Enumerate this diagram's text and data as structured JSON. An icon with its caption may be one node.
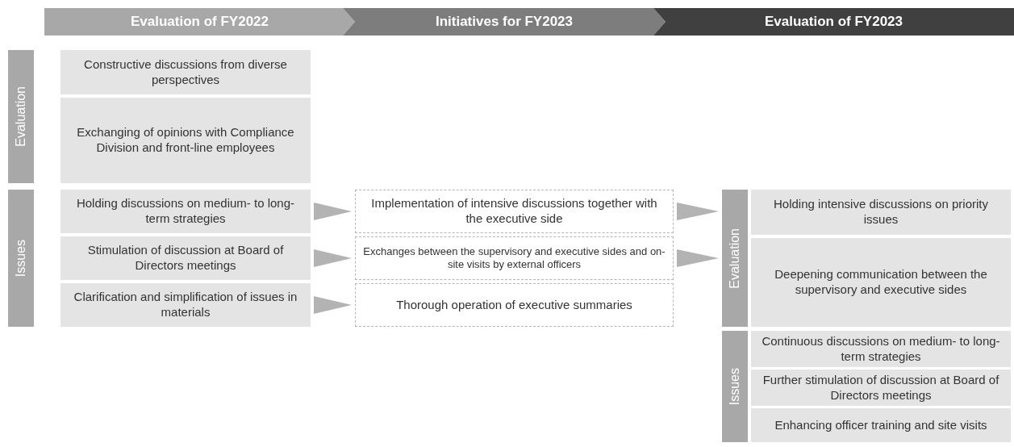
{
  "diagram": {
    "nodes": [
      {
        "text": [
          "Evaluation of FY2022"
        ]
      },
      {
        "text": [
          "Initiatives for FY2023"
        ]
      },
      {
        "text": [
          "Evaluation of FY2023"
        ]
      },
      {
        "text": [
          "Evaluation"
        ]
      },
      {
        "text": [
          "Constructive discussions from diverse perspectives"
        ]
      },
      {
        "text": [
          "Exchanging of opinions with Compliance Division and front-line employees"
        ]
      },
      {
        "text": [
          "Issues"
        ]
      },
      {
        "text": [
          "Holding discussions on medium- to long-term strategies"
        ]
      },
      {
        "text": [
          "Stimulation of discussion at Board of Directors meetings"
        ]
      },
      {
        "text": [
          "Clarification and simplification of issues in materials"
        ]
      },
      {
        "text": [
          "Implementation of intensive discussions together with the executive side"
        ]
      },
      {
        "text": [
          "Exchanges between the supervisory and executive sides and on-site visits by external officers"
        ]
      },
      {
        "text": [
          "Thorough operation of executive summaries"
        ]
      },
      {
        "text": [
          "Evaluation"
        ]
      },
      {
        "text": [
          "Holding intensive discussions on priority issues"
        ]
      },
      {
        "text": [
          "Deepening communication between the supervisory and executive sides"
        ]
      },
      {
        "text": [
          "Issues"
        ]
      },
      {
        "text": [
          "Continuous discussions on medium- to long-term strategies"
        ]
      },
      {
        "text": [
          "Further stimulation of discussion at Board of Directors meetings"
        ]
      },
      {
        "text": [
          "Enhancing officer training and site visits"
        ]
      }
    ],
    "edges": [
      {
        "from": 7,
        "to": 10,
        "arrow": "to"
      },
      {
        "from": 8,
        "to": 11,
        "arrow": "to"
      },
      {
        "from": 9,
        "to": 12,
        "arrow": "to"
      },
      {
        "from": 10,
        "to": 13,
        "arrow": "to"
      },
      {
        "from": 11,
        "to": 13,
        "arrow": "to"
      }
    ]
  }
}
